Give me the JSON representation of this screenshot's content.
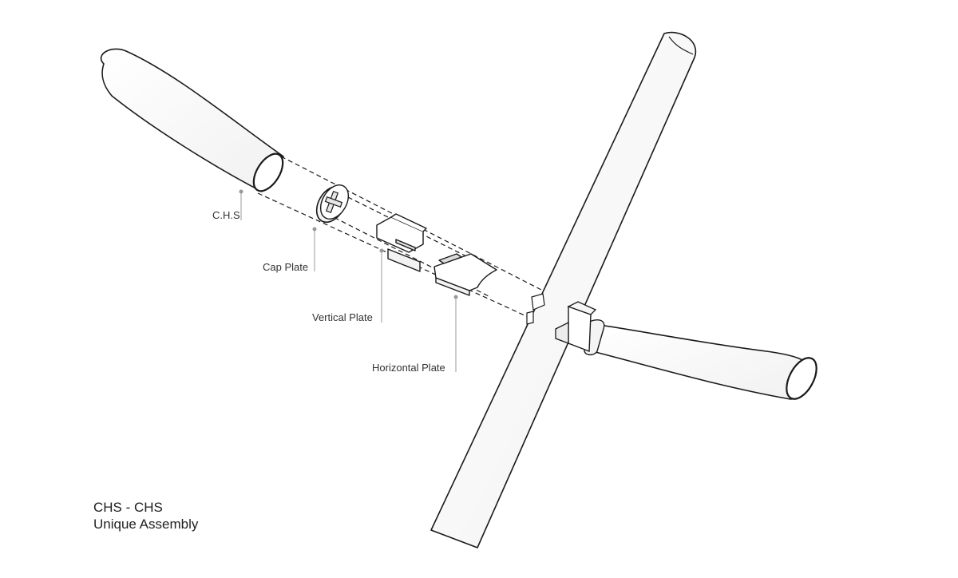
{
  "labels": {
    "chs": "C.H.S",
    "cap_plate": "Cap Plate",
    "vertical_plate": "Vertical Plate",
    "horizontal_plate": "Horizontal Plate"
  },
  "title": {
    "line1": "CHS - CHS",
    "line2": "Unique Assembly"
  },
  "colors": {
    "stroke": "#1a1a1a",
    "leader": "#999999",
    "fill": "#ffffff",
    "shade": "#eeeeee"
  }
}
